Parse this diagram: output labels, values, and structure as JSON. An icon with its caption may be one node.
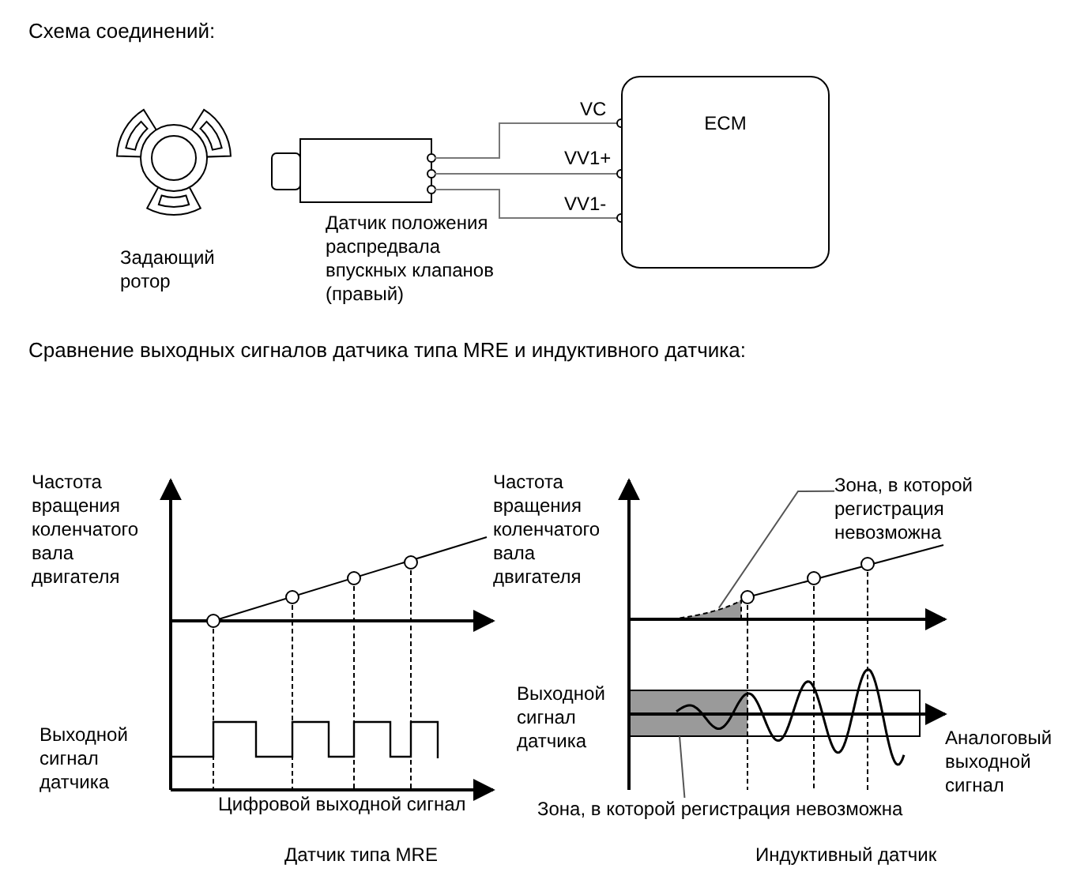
{
  "diagram": {
    "title": "Схема соединений:",
    "nodes": [
      {
        "text": [
          "ECM"
        ]
      },
      {
        "text": [],
        "shape": "box",
        "beside": [
          "Датчик положения распредвала впускных клапанов (правый)"
        ]
      },
      {
        "text": [],
        "shape": "picture",
        "beside": [
          "Задающий ротор"
        ]
      },
      {
        "text": [
          "Зона, в которой регистрация невозможна"
        ]
      },
      {
        "text": [],
        "shape": "box"
      },
      {
        "text": [
          "Зона, в которой регистрация невозможна"
        ]
      },
      {
        "text": [],
        "shape": "box"
      }
    ],
    "edges": [
      {
        "from": 1,
        "to": 0,
        "arrow": "none",
        "label": "VC"
      },
      {
        "from": 1,
        "to": 0,
        "arrow": "none",
        "label": "VV1+"
      },
      {
        "from": 1,
        "to": 0,
        "arrow": "none",
        "label": "VV1-"
      },
      {
        "from": 3,
        "to": 4,
        "arrow": "none"
      },
      {
        "from": 5,
        "to": 6,
        "arrow": "none"
      }
    ],
    "labels": [
      "Сравнение выходных сигналов датчика типа MRE и индуктивного датчика:",
      "Частота вращения коленчатого вала двигателя",
      "Частота вращения коленчатого вала двигателя",
      "Выходной сигнал датчика",
      "Выходной сигнал датчика",
      "Цифровой выходной сигнал",
      "Аналоговый выходной сигнал",
      "Датчик типа MRE",
      "Индуктивный датчик"
    ]
  }
}
